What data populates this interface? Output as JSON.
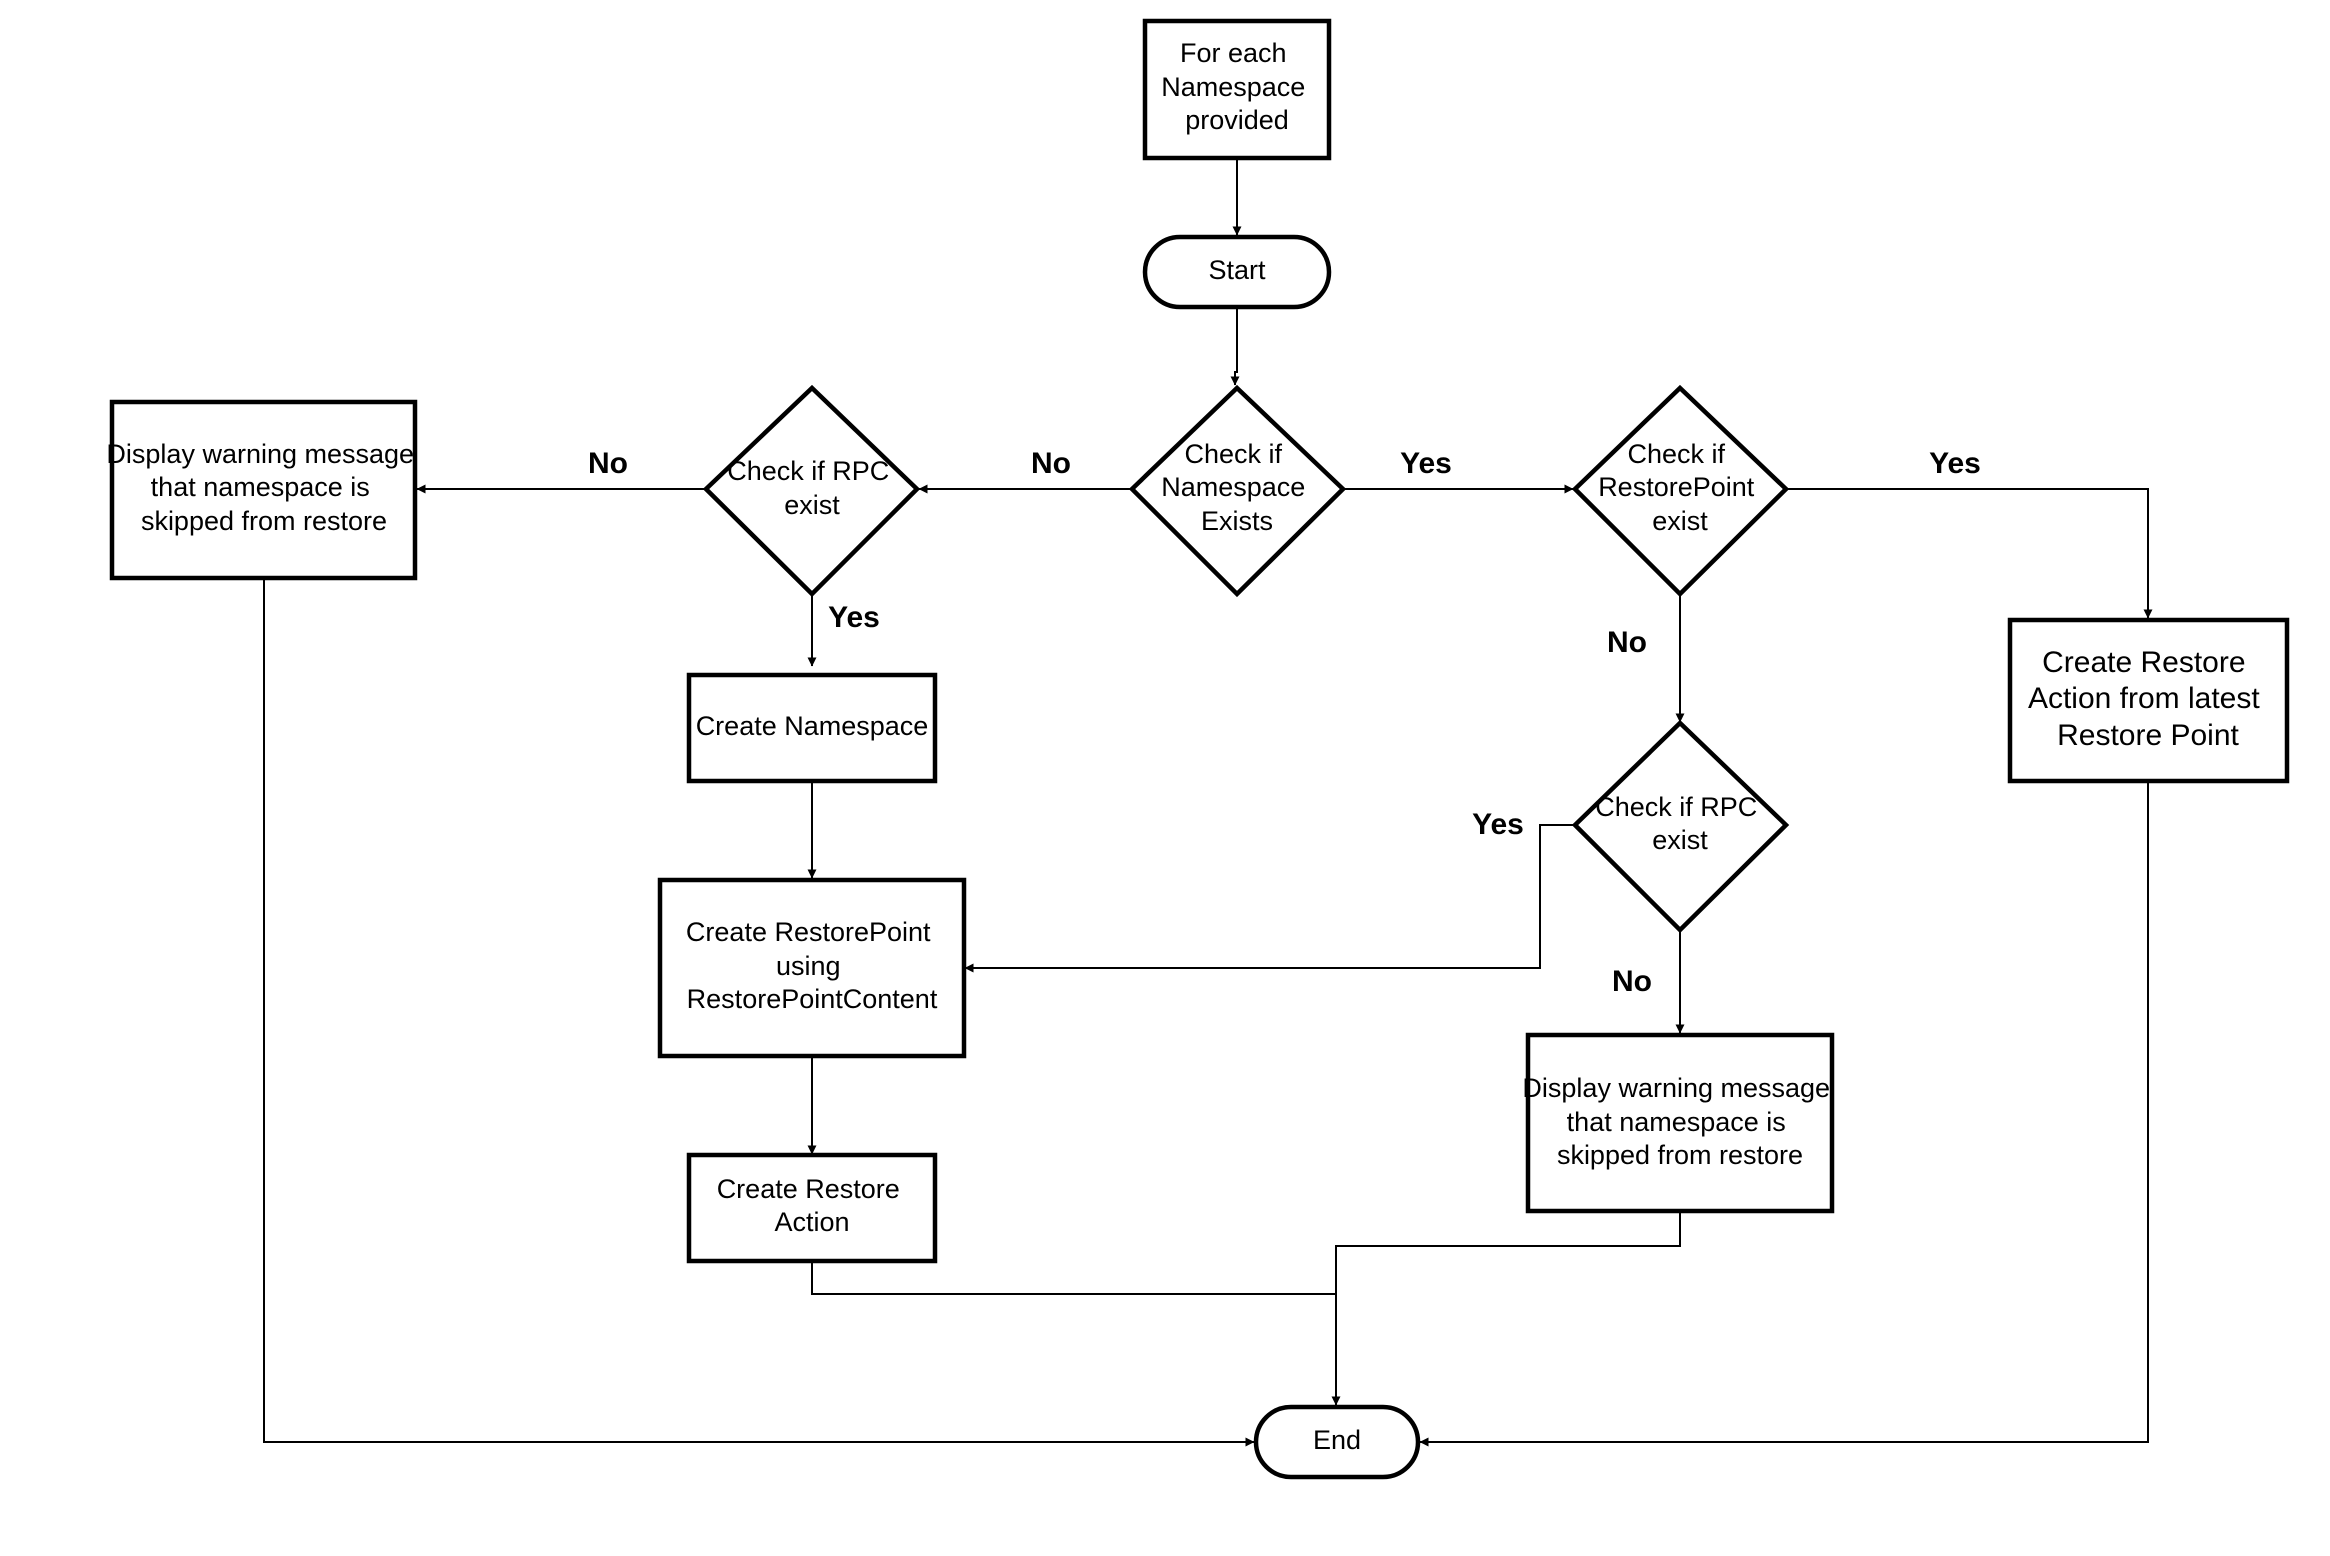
{
  "nodes": {
    "for_each": {
      "lines": [
        "For each",
        "Namespace",
        "provided"
      ]
    },
    "start": {
      "lines": [
        "Start"
      ]
    },
    "check_namespace": {
      "lines": [
        "Check if",
        "Namespace",
        "Exists"
      ]
    },
    "check_rpc_left": {
      "lines": [
        "Check if RPC",
        "exist"
      ]
    },
    "warning_left": {
      "lines": [
        "Display warning message",
        "that namespace is",
        "skipped from restore"
      ]
    },
    "create_namespace": {
      "lines": [
        "Create Namespace"
      ]
    },
    "create_restorepoint": {
      "lines": [
        "Create RestorePoint",
        "using",
        "RestorePointContent"
      ]
    },
    "create_restore_action": {
      "lines": [
        "Create Restore",
        "Action"
      ]
    },
    "check_restorepoint": {
      "lines": [
        "Check if",
        "RestorePoint",
        "exist"
      ]
    },
    "create_restore_latest": {
      "lines": [
        "Create Restore",
        "Action from latest",
        "Restore Point"
      ]
    },
    "check_rpc_right": {
      "lines": [
        "Check if RPC",
        "exist"
      ]
    },
    "warning_right": {
      "lines": [
        "Display warning message",
        "that namespace is",
        "skipped from restore"
      ]
    },
    "end": {
      "lines": [
        "End"
      ]
    }
  },
  "edge_labels": {
    "ns_no": "No",
    "ns_yes": "Yes",
    "rpc_left_no": "No",
    "rpc_left_yes": "Yes",
    "rp_yes": "Yes",
    "rp_no": "No",
    "rpc_right_yes": "Yes",
    "rpc_right_no": "No"
  },
  "colors": {
    "stroke": "#000000",
    "fill": "#ffffff",
    "text": "#000000"
  }
}
